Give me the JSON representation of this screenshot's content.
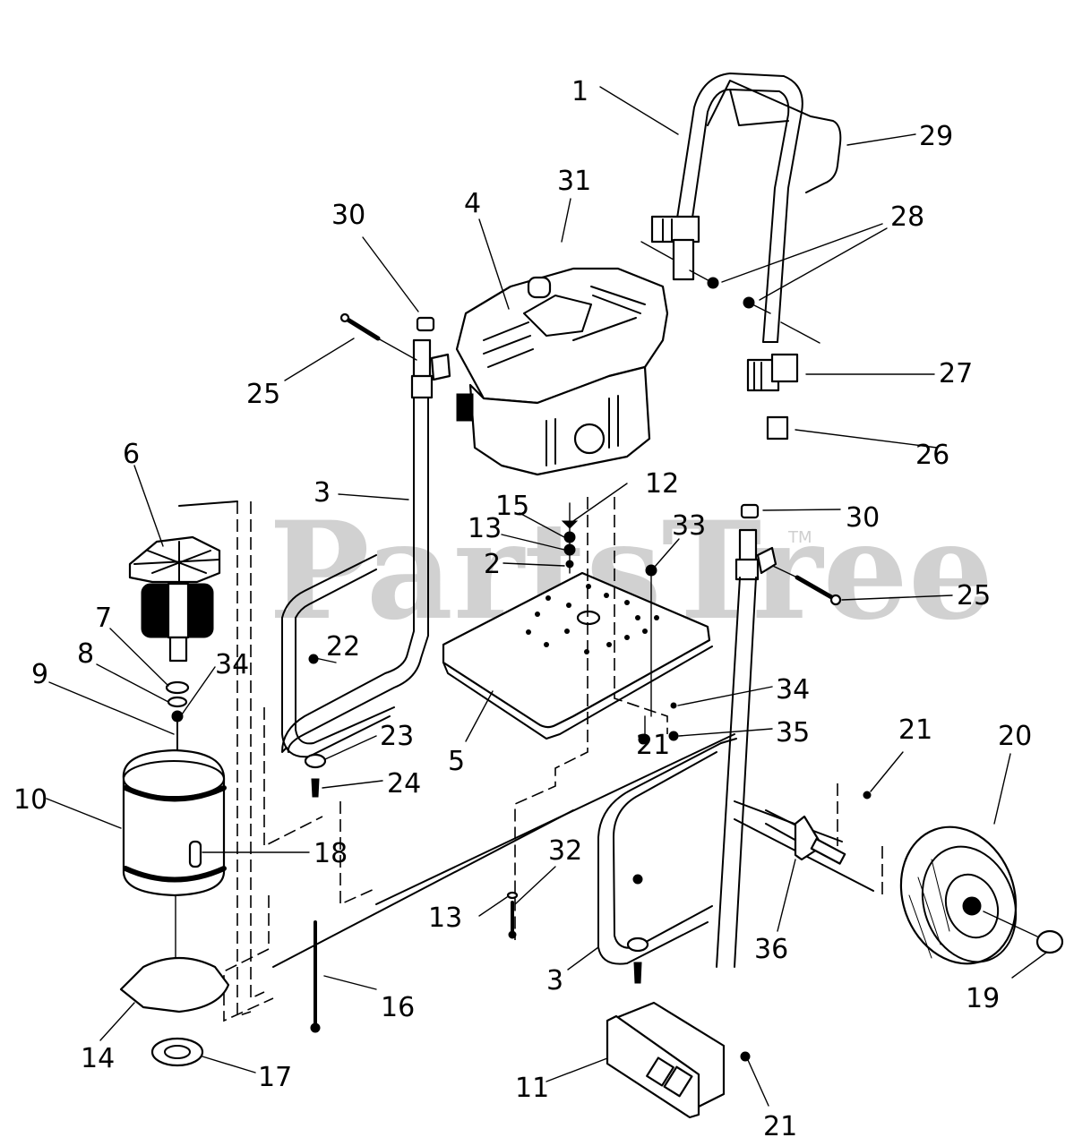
{
  "diagram": {
    "subject": "Pressure washer exploded parts diagram",
    "watermark": {
      "text": "PartsTree",
      "trademark": "TM",
      "color": "#c9c9c9"
    },
    "line_color": "#000000",
    "background": "#ffffff"
  },
  "callouts": [
    {
      "id": "c1",
      "label": "1"
    },
    {
      "id": "c29",
      "label": "29"
    },
    {
      "id": "c31",
      "label": "31"
    },
    {
      "id": "c28",
      "label": "28"
    },
    {
      "id": "c4",
      "label": "4"
    },
    {
      "id": "c30a",
      "label": "30"
    },
    {
      "id": "c25a",
      "label": "25"
    },
    {
      "id": "c27",
      "label": "27"
    },
    {
      "id": "c26",
      "label": "26"
    },
    {
      "id": "c6",
      "label": "6"
    },
    {
      "id": "c3a",
      "label": "3"
    },
    {
      "id": "c12",
      "label": "12"
    },
    {
      "id": "c15",
      "label": "15"
    },
    {
      "id": "c13a",
      "label": "13"
    },
    {
      "id": "c33",
      "label": "33"
    },
    {
      "id": "c30b",
      "label": "30"
    },
    {
      "id": "c2",
      "label": "2"
    },
    {
      "id": "c25b",
      "label": "25"
    },
    {
      "id": "c7",
      "label": "7"
    },
    {
      "id": "c8",
      "label": "8"
    },
    {
      "id": "c34a",
      "label": "34"
    },
    {
      "id": "c9",
      "label": "9"
    },
    {
      "id": "c22",
      "label": "22"
    },
    {
      "id": "c34b",
      "label": "34"
    },
    {
      "id": "c35",
      "label": "35"
    },
    {
      "id": "c23",
      "label": "23"
    },
    {
      "id": "c21a",
      "label": "21"
    },
    {
      "id": "c5",
      "label": "5"
    },
    {
      "id": "c21b",
      "label": "21"
    },
    {
      "id": "c20",
      "label": "20"
    },
    {
      "id": "c24",
      "label": "24"
    },
    {
      "id": "c10",
      "label": "10"
    },
    {
      "id": "c18",
      "label": "18"
    },
    {
      "id": "c32",
      "label": "32"
    },
    {
      "id": "c13b",
      "label": "13"
    },
    {
      "id": "c36",
      "label": "36"
    },
    {
      "id": "c3b",
      "label": "3"
    },
    {
      "id": "c19",
      "label": "19"
    },
    {
      "id": "c16",
      "label": "16"
    },
    {
      "id": "c14",
      "label": "14"
    },
    {
      "id": "c17",
      "label": "17"
    },
    {
      "id": "c11",
      "label": "11"
    },
    {
      "id": "c21c",
      "label": "21"
    }
  ]
}
